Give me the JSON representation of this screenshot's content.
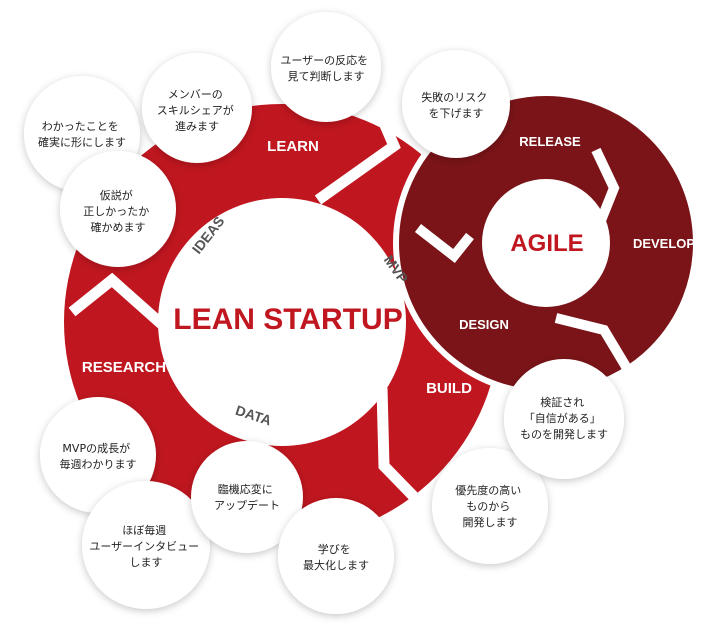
{
  "lean": {
    "title": "LEAN STARTUP",
    "color": "#c0161f",
    "stages": {
      "learn": "LEARN",
      "research": "RESEARCH",
      "build": "BUILD"
    },
    "inner": {
      "ideas": "IDEAS",
      "mvp": "MVP",
      "data": "DATA"
    }
  },
  "agile": {
    "title": "AGILE",
    "color": "#7a1418",
    "stages": {
      "release": "RELEASE",
      "develop": "DEVELOP",
      "design": "DESIGN"
    }
  },
  "bubbles": {
    "b_understood": [
      "わかったことを",
      "確実に形にします"
    ],
    "b_skill": [
      "メンバーの",
      "スキルシェアが",
      "進みます"
    ],
    "b_reaction": [
      "ユーザーの反応を",
      "見て判断します"
    ],
    "b_failure": [
      "失敗のリスク",
      "を下げます"
    ],
    "b_hypothesis": [
      "仮説が",
      "正しかったか",
      "確かめます"
    ],
    "b_mvp_growth": [
      "MVPの成長が",
      "毎週わかります"
    ],
    "b_interview": [
      "ほぼ毎週",
      "ユーザーインタビュー",
      "します"
    ],
    "b_update": [
      "臨機応変に",
      "アップデート"
    ],
    "b_learning": [
      "学びを",
      "最大化します"
    ],
    "b_priority": [
      "優先度の高い",
      "ものから",
      "開発します"
    ],
    "b_verified": [
      "検証され",
      "「自信がある」",
      "ものを開発します"
    ]
  }
}
